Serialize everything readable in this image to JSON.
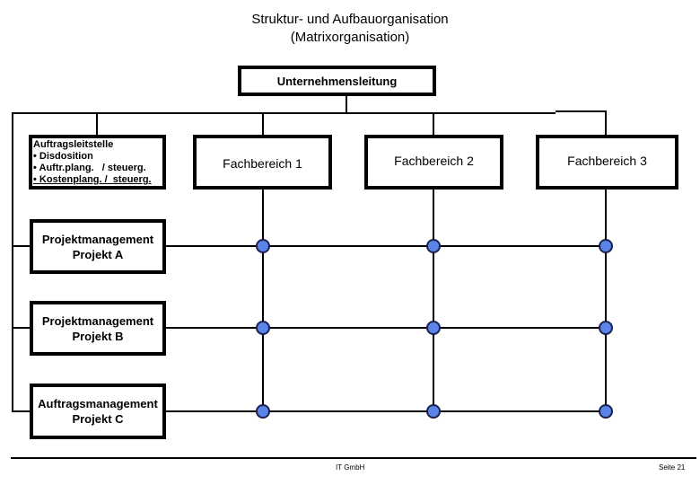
{
  "title": {
    "line1": "Struktur- und Aufbauorganisation",
    "line2": "(Matrixorganisation)"
  },
  "top": {
    "label": "Unternehmensleitung"
  },
  "auftragsleitstelle": {
    "heading": "Auftragsleitstelle",
    "items": [
      "• Disdosition",
      "• Auftr.plang.   / steuerg.",
      "• Kostenplang. /  steuerg."
    ]
  },
  "fachbereiche": [
    "Fachbereich 1",
    "Fachbereich 2",
    "Fachbereich 3"
  ],
  "projekte": [
    {
      "line1": "Projektmanagement",
      "line2": "Projekt A"
    },
    {
      "line1": "Projektmanagement",
      "line2": "Projekt B"
    },
    {
      "line1": "Auftragsmanagement",
      "line2": "Projekt C"
    }
  ],
  "node_color": "#5b84e8",
  "footer": {
    "company": "IT GmbH",
    "page": "Seite 21"
  }
}
